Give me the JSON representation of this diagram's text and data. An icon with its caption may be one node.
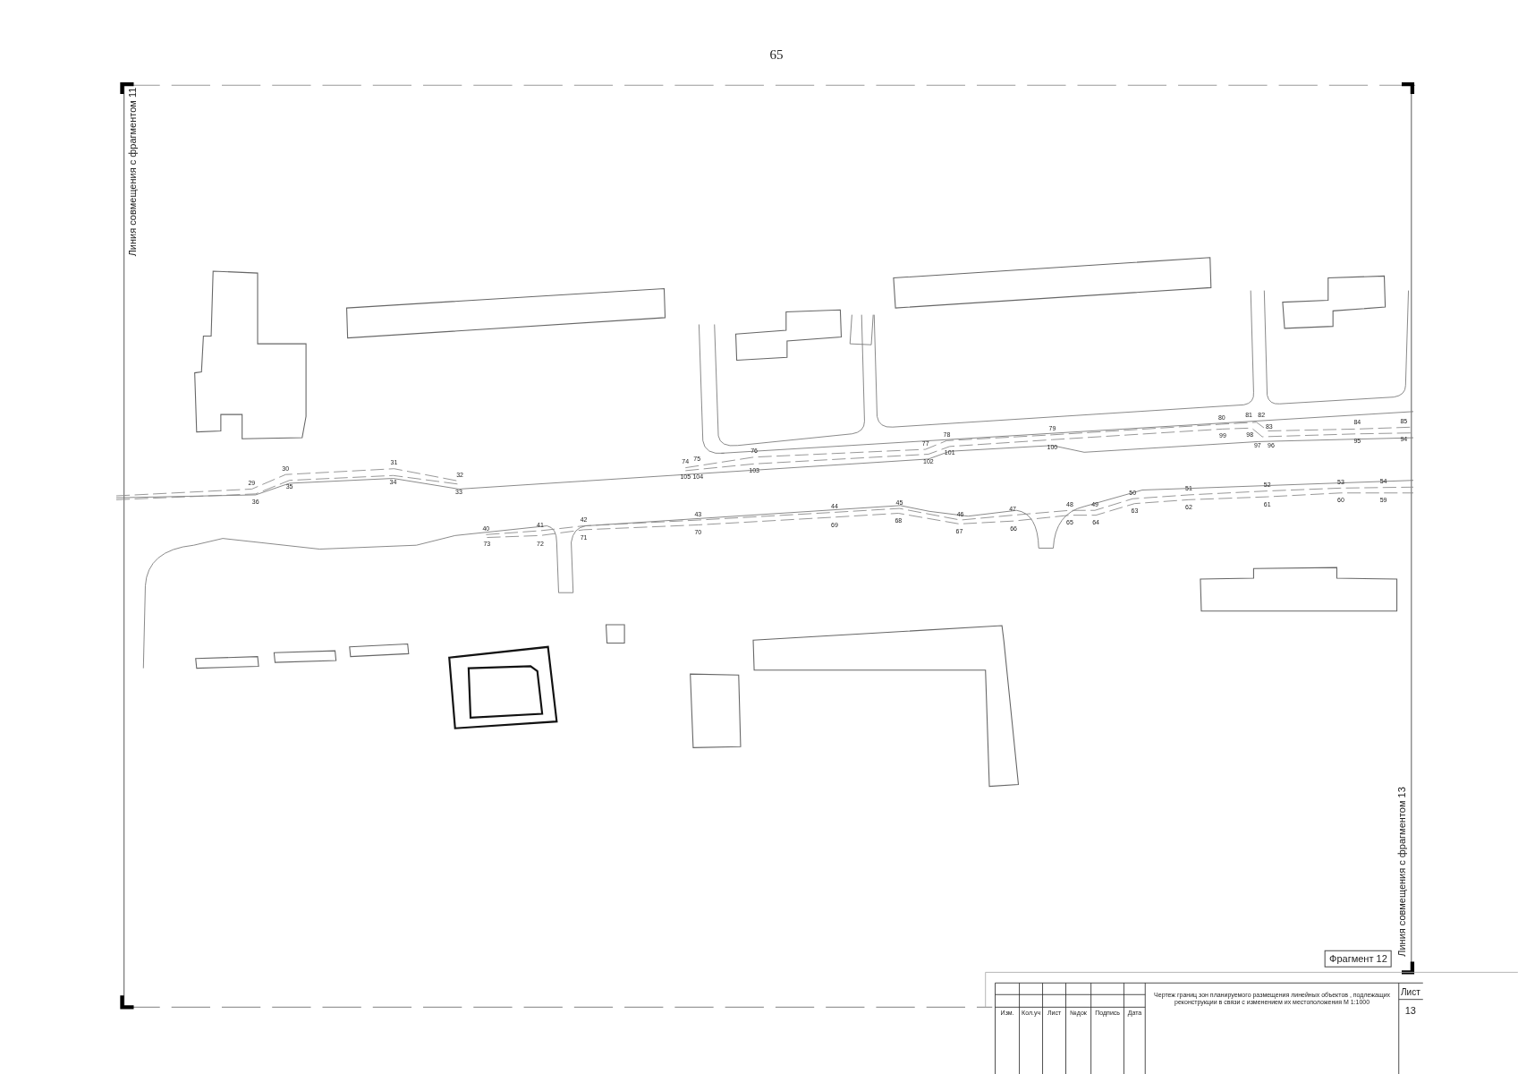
{
  "diagram": {
    "labels": [
      "65",
      "Линия совмещения с фрагментом 11",
      "Линия совмещения с фрагментом 13",
      "29",
      "30",
      "31",
      "32",
      "33",
      "34",
      "35",
      "36",
      "40",
      "41",
      "42",
      "43",
      "44",
      "45",
      "46",
      "47",
      "48",
      "49",
      "50",
      "51",
      "52",
      "53",
      "54",
      "59",
      "60",
      "61",
      "62",
      "63",
      "64",
      "65",
      "66",
      "67",
      "68",
      "69",
      "70",
      "71",
      "72",
      "73",
      "74",
      "75",
      "76",
      "77",
      "78",
      "79",
      "80",
      "81",
      "82",
      "83",
      "84",
      "85",
      "94",
      "95",
      "96",
      "97",
      "98",
      "99",
      "100",
      "101",
      "102",
      "103",
      "104",
      "105",
      "Фрагмент 12",
      "Чертеж границ зон планируемого размещения линейных объектов , подлежащих реконструкции в связи с изменением их местоположения М 1:1000",
      "Лист",
      "13",
      "Изм.",
      "Кол.уч",
      "Лист",
      "№док",
      "Подпись",
      "Дата"
    ]
  }
}
